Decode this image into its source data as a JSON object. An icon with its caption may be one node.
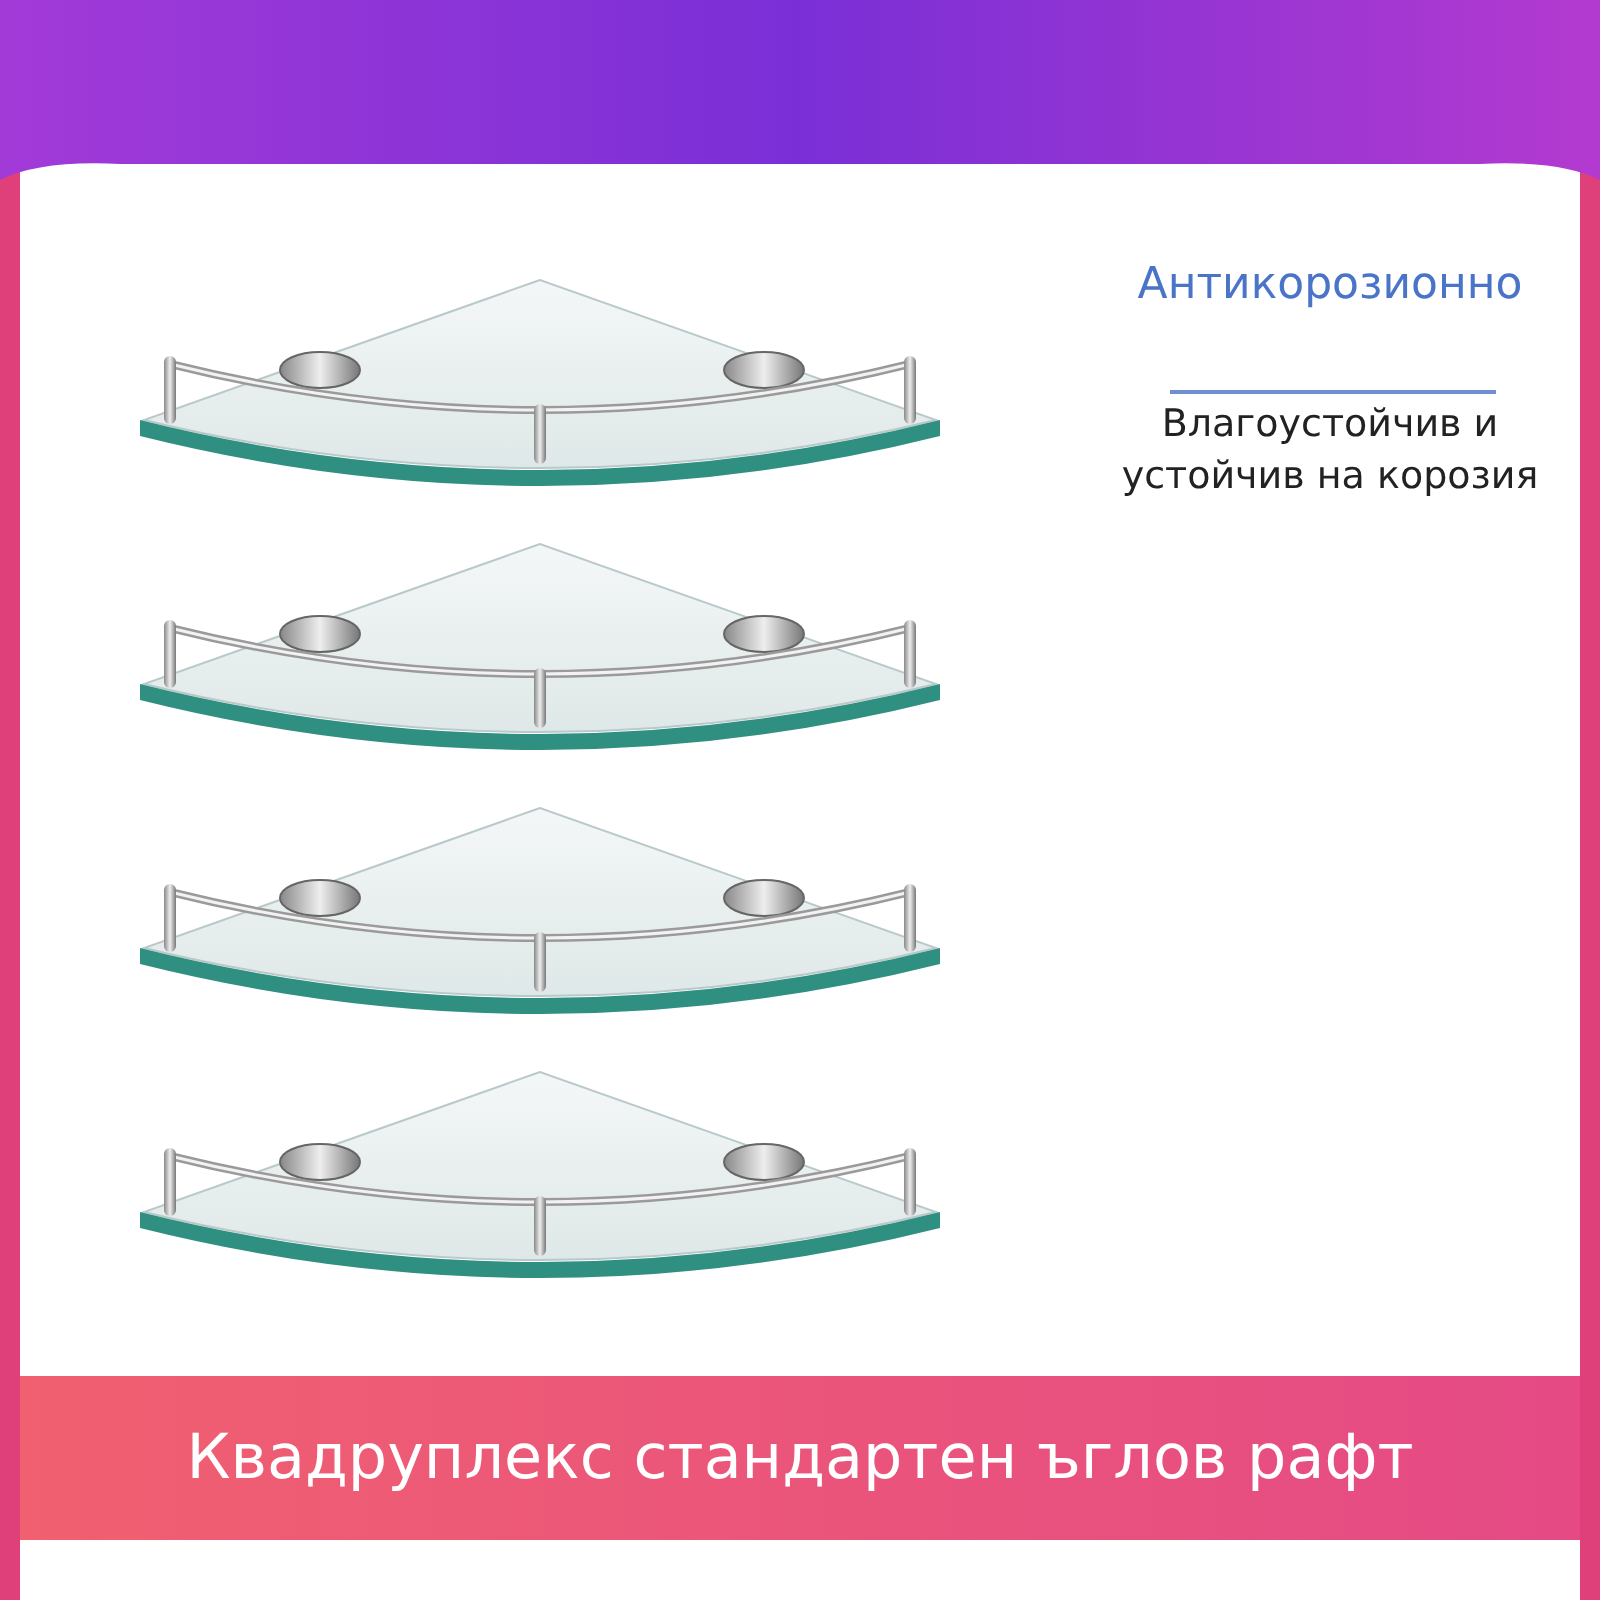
{
  "diagram": {
    "labels": [
      "Антикорозионно",
      "Влагоустойчив и устойчив на корозия",
      "Квадруплекс стандартен ъглов рафт"
    ]
  }
}
